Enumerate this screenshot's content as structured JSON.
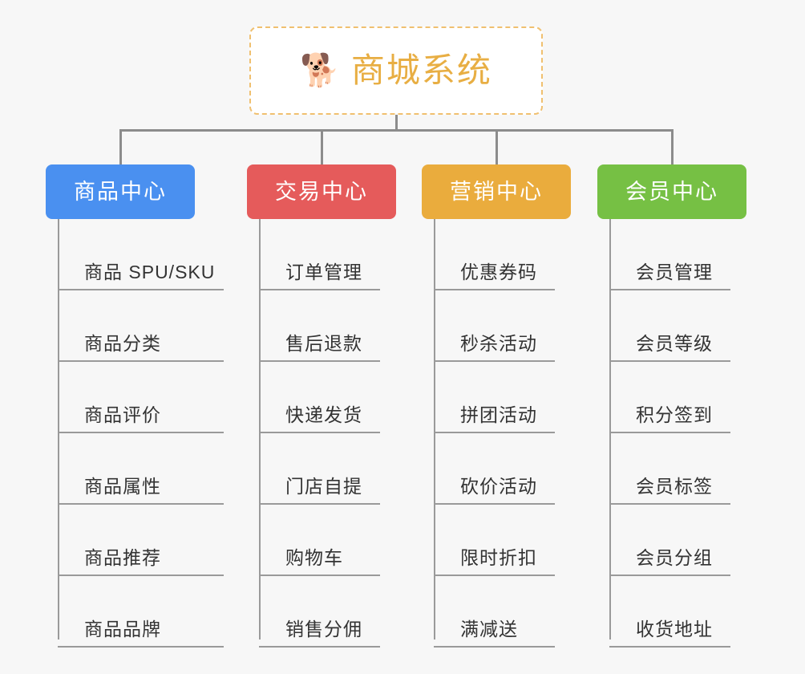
{
  "root": {
    "icon": "shiba-dog-face-icon",
    "icon_glyph": "🐕",
    "title": "商城系统",
    "title_color": "#e8ae43",
    "border_color": "#f0c070",
    "background": "#ffffff"
  },
  "canvas": {
    "background": "#f7f7f7",
    "connector_color": "#8c8c8c",
    "leaf_line_color": "#9a9a9a",
    "leaf_text_color": "#333333"
  },
  "columns": [
    {
      "id": "product-center",
      "label": "商品中心",
      "color": "#4a90f0",
      "leaves": [
        {
          "label": "商品 SPU/SKU"
        },
        {
          "label": "商品分类"
        },
        {
          "label": "商品评价"
        },
        {
          "label": "商品属性"
        },
        {
          "label": "商品推荐"
        },
        {
          "label": "商品品牌"
        }
      ]
    },
    {
      "id": "trade-center",
      "label": "交易中心",
      "color": "#e55b5b",
      "leaves": [
        {
          "label": "订单管理"
        },
        {
          "label": "售后退款"
        },
        {
          "label": "快递发货"
        },
        {
          "label": "门店自提"
        },
        {
          "label": "购物车"
        },
        {
          "label": "销售分佣"
        }
      ]
    },
    {
      "id": "marketing-center",
      "label": "营销中心",
      "color": "#eaac3d",
      "leaves": [
        {
          "label": "优惠券码"
        },
        {
          "label": "秒杀活动"
        },
        {
          "label": "拼团活动"
        },
        {
          "label": "砍价活动"
        },
        {
          "label": "限时折扣"
        },
        {
          "label": "满减送"
        }
      ]
    },
    {
      "id": "member-center",
      "label": "会员中心",
      "color": "#76c044",
      "leaves": [
        {
          "label": "会员管理"
        },
        {
          "label": "会员等级"
        },
        {
          "label": "积分签到"
        },
        {
          "label": "会员标签"
        },
        {
          "label": "会员分组"
        },
        {
          "label": "收货地址"
        }
      ]
    }
  ]
}
